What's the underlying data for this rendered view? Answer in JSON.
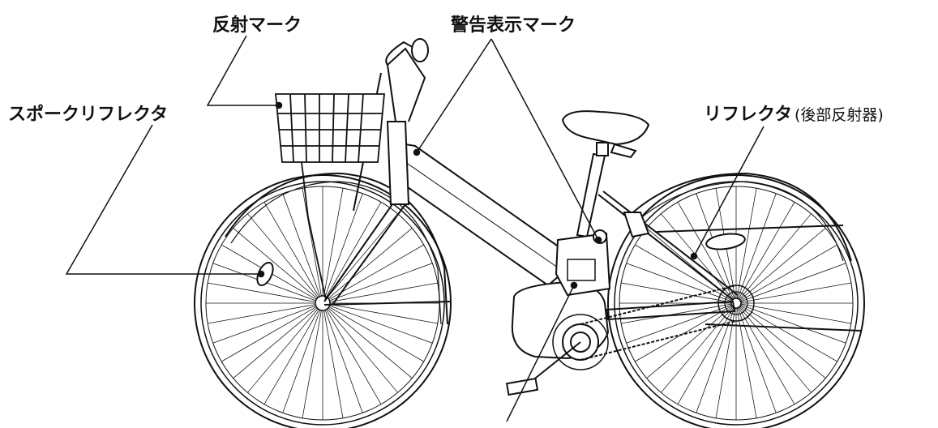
{
  "labels": {
    "reflect_mark": "反射マーク",
    "warning_mark": "警告表示マーク",
    "spoke_reflector": "スポークリフレクタ",
    "reflector": "リフレクタ",
    "reflector_note": "(後部反射器)"
  },
  "colors": {
    "line": "#111111",
    "background": "#ffffff"
  }
}
